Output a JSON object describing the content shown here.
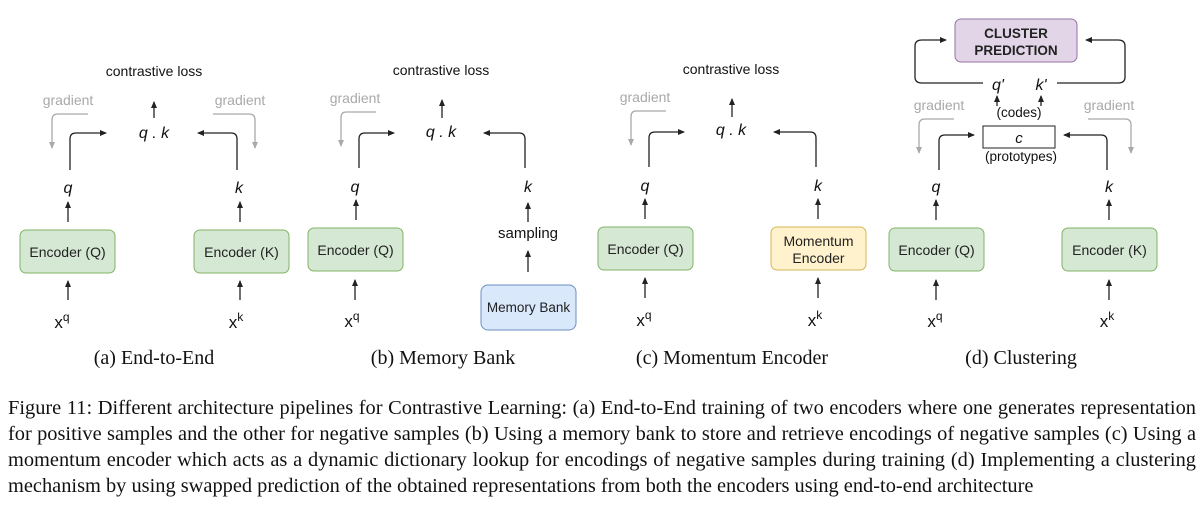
{
  "figure": {
    "number_label": "Figure 11:",
    "caption": "Figure 11: Different architecture pipelines for Contrastive Learning: (a) End-to-End training of two encoders where one generates representation for positive samples and the other for negative samples (b) Using a memory bank to store and retrieve encodings of negative samples (c) Using a momentum encoder which acts as a dynamic dictionary lookup for encodings of negative samples during training (d) Implementing a clustering mechanism by using swapped prediction of the obtained representations from both the encoders using end-to-end architecture",
    "colors": {
      "encoder_fill": "#d5e8d4",
      "encoder_border": "#82b366",
      "memory_fill": "#dae8fc",
      "memory_border": "#6c8ebf",
      "momentum_fill": "#fff2cc",
      "momentum_border": "#d6b656",
      "cluster_fill": "#e1d5e7",
      "cluster_border": "#9673a6",
      "gradient_text": "#a9a9a9"
    },
    "panels": [
      {
        "id": "a",
        "subcaption": "(a) End-to-End",
        "loss_label": "contrastive loss",
        "similarity": "q . k",
        "left_gradient": "gradient",
        "right_gradient": "gradient",
        "q_label": "q",
        "k_label": "k",
        "left_box": "Encoder (Q)",
        "right_box": "Encoder (K)",
        "x_left_base": "x",
        "x_left_sup": "q",
        "x_right_base": "x",
        "x_right_sup": "k"
      },
      {
        "id": "b",
        "subcaption": "(b) Memory Bank",
        "loss_label": "contrastive loss",
        "similarity": "q . k",
        "left_gradient": "gradient",
        "q_label": "q",
        "k_label": "k",
        "left_box": "Encoder (Q)",
        "sampling_label": "sampling",
        "right_box": "Memory Bank",
        "x_left_base": "x",
        "x_left_sup": "q"
      },
      {
        "id": "c",
        "subcaption": "(c) Momentum Encoder",
        "loss_label": "contrastive loss",
        "similarity": "q . k",
        "left_gradient": "gradient",
        "q_label": "q",
        "k_label": "k",
        "left_box": "Encoder (Q)",
        "right_box_line1": "Momentum",
        "right_box_line2": "Encoder",
        "x_left_base": "x",
        "x_left_sup": "q",
        "x_right_base": "x",
        "x_right_sup": "k"
      },
      {
        "id": "d",
        "subcaption": "(d) Clustering",
        "cluster_line1": "CLUSTER",
        "cluster_line2": "PREDICTION",
        "q_prime": "q'",
        "k_prime": "k'",
        "codes_label": "(codes)",
        "prototype_symbol": "c",
        "prototypes_label": "(prototypes)",
        "left_gradient": "gradient",
        "right_gradient": "gradient",
        "q_label": "q",
        "k_label": "k",
        "left_box": "Encoder (Q)",
        "right_box": "Encoder (K)",
        "x_left_base": "x",
        "x_left_sup": "q",
        "x_right_base": "x",
        "x_right_sup": "k"
      }
    ]
  }
}
